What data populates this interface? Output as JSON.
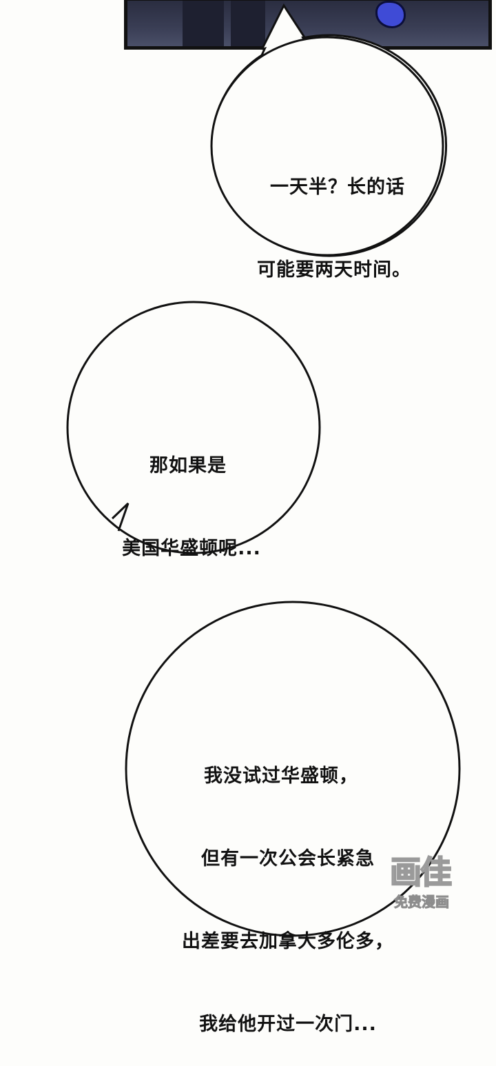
{
  "bubbles": [
    {
      "id": "bubble-1",
      "lines": [
        "一天半？长的话",
        "可能要两天时间。"
      ]
    },
    {
      "id": "bubble-2",
      "lines": [
        "那如果是",
        "美国华盛顿呢..."
      ]
    },
    {
      "id": "bubble-3",
      "lines": [
        "我没试过华盛顿，",
        "但有一次公会长紧急",
        "出差要去加拿大多伦多，",
        "我给他开过一次门..."
      ]
    }
  ],
  "watermark": {
    "logo": "画佳",
    "subtitle": "免费漫画"
  }
}
